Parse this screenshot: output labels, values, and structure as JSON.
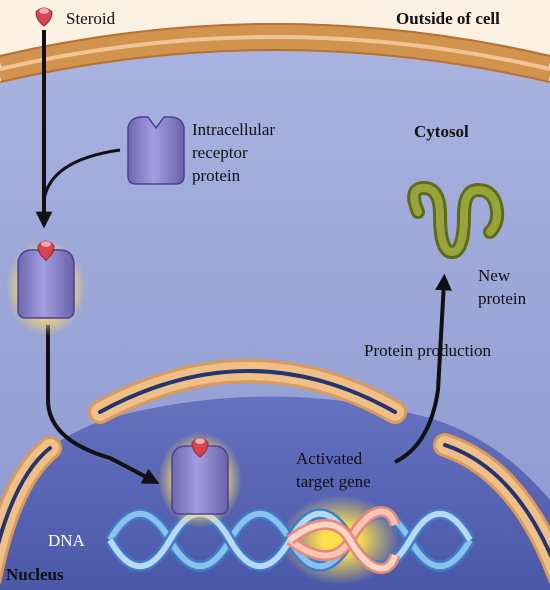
{
  "labels": {
    "steroid": "Steroid",
    "outside_of_cell": "Outside of cell",
    "receptor_line1": "Intracellular",
    "receptor_line2": "receptor",
    "receptor_line3": "protein",
    "cytosol": "Cytosol",
    "new_protein_line1": "New",
    "new_protein_line2": "protein",
    "protein_production": "Protein production",
    "activated_line1": "Activated",
    "activated_line2": "target gene",
    "dna": "DNA",
    "nucleus": "Nucleus"
  },
  "colors": {
    "extracellular": "#fdf1e3",
    "membrane": "#c98a4a",
    "cytosol": "#9aa6d6",
    "nucleoplasm": "#5665b6",
    "nuclear_envelope_outer": "#e3a66a",
    "nuclear_envelope_core": "#2a3a7a",
    "receptor": "#8880c4",
    "steroid": "#d9454d",
    "glow": "#f2c84a",
    "dna_strand": "#6aa6e0",
    "target_gene": "#f4a08a",
    "new_protein": "#7d8a2a",
    "arrow": "#111111"
  }
}
